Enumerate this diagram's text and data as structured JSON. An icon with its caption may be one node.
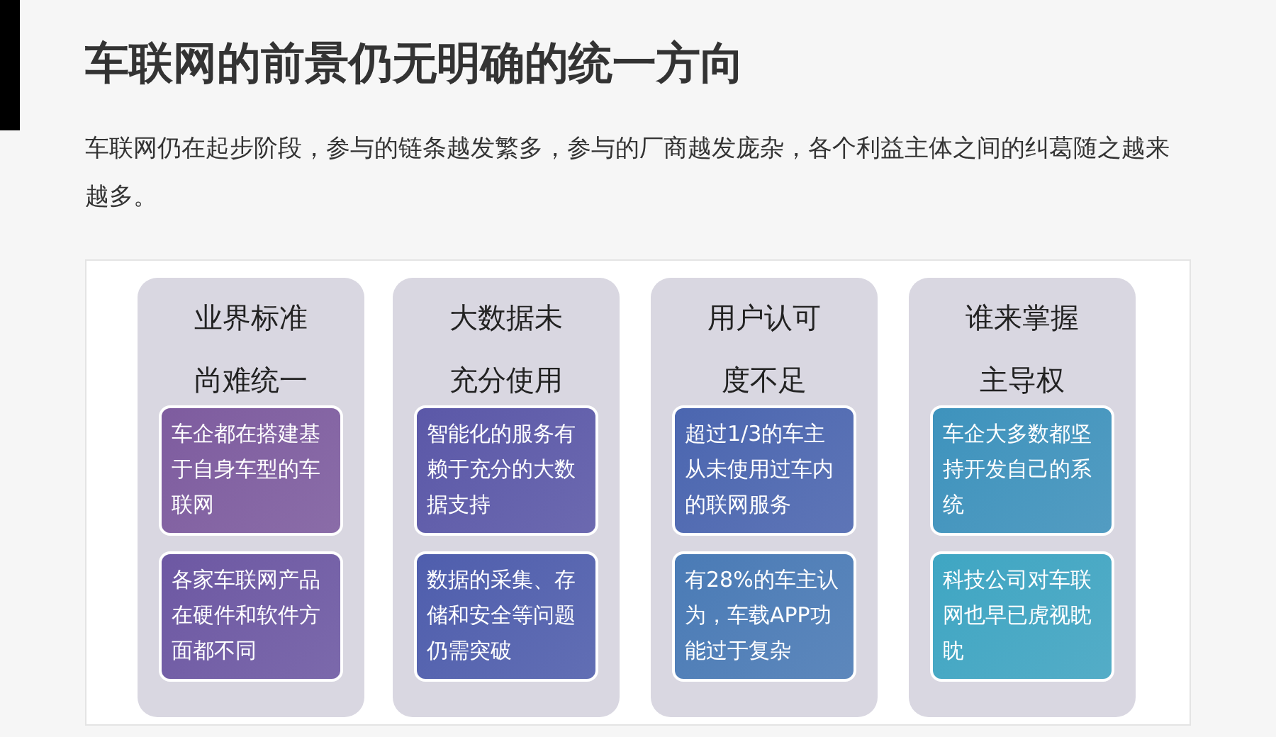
{
  "diagram": {
    "title": "车联网的前景仍无明确的统一方向",
    "nodes": [
      {
        "text": [
          "业界标准尚难统一"
        ]
      },
      {
        "text": [
          "车企都在搭建基于自身车型的车联网"
        ],
        "in": 0
      },
      {
        "text": [
          "各家车联网产品在硬件和软件方面都不同"
        ],
        "in": 0
      },
      {
        "text": [
          "大数据未充分使用"
        ]
      },
      {
        "text": [
          "智能化的服务有赖于充分的大数据支持"
        ],
        "in": 3
      },
      {
        "text": [
          "数据的采集、存储和安全等问题仍需突破"
        ],
        "in": 3
      },
      {
        "text": [
          "用户认可度不足"
        ]
      },
      {
        "text": [
          "超过1/3的车主从未使用过车内的联网服务"
        ],
        "in": 6
      },
      {
        "text": [
          "有28%的车主认为，车载APP功能过于复杂"
        ],
        "in": 6
      },
      {
        "text": [
          "谁来掌握主导权"
        ]
      },
      {
        "text": [
          "车企大多数都坚持开发自己的系统"
        ],
        "in": 9
      },
      {
        "text": [
          "科技公司对车联网也早已虎视眈眈"
        ],
        "in": 9
      }
    ],
    "edges": [],
    "labels": [
      "车联网仍在起步阶段，参与的链条越发繁多，参与的厂商越发庞杂，各个利益主体之间的纠葛随之越来越多。"
    ]
  }
}
